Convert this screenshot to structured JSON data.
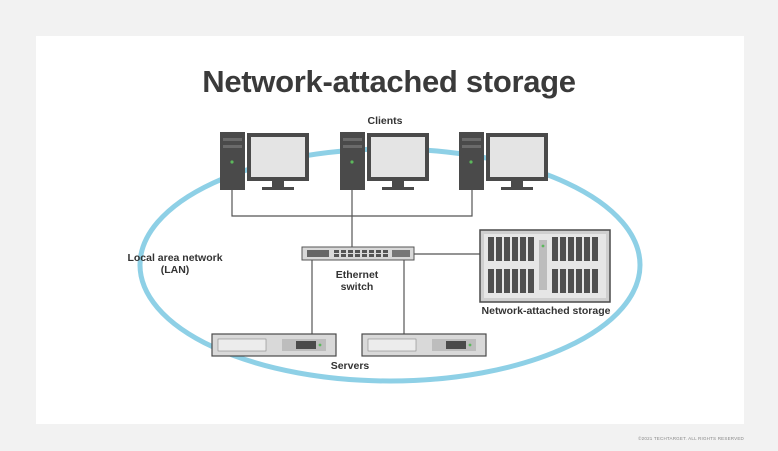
{
  "diagram": {
    "title": "Network-attached storage",
    "labels": {
      "clients": "Clients",
      "lan_line1": "Local area network",
      "lan_line2": "(LAN)",
      "switch_line1": "Ethernet",
      "switch_line2": "switch",
      "nas": "Network-attached storage",
      "servers": "Servers"
    },
    "copyright": "©2021 TECHTARGET. ALL RIGHTS RESERVED",
    "colors": {
      "lan_ring": "#8ed0e6",
      "device_dark": "#4a4a4a",
      "device_light": "#e4e4e4",
      "cable": "#555555",
      "status_light": "#5cb85c"
    }
  }
}
